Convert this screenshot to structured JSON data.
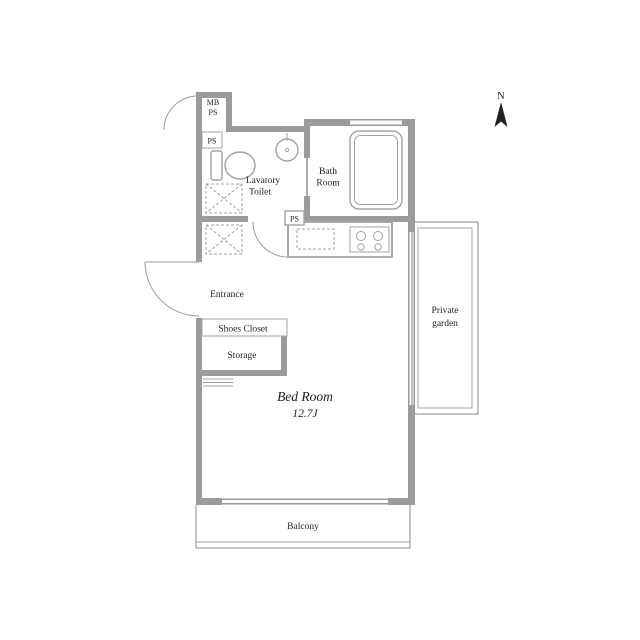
{
  "colors": {
    "background": "#ffffff",
    "wall": "#9b9b9b",
    "fixture_line": "#a3a3a3",
    "text": "#1f1f1f",
    "compass": "#222222"
  },
  "compass": {
    "north_label": "N"
  },
  "rooms": {
    "meter_box": {
      "line1": "MB",
      "line2": "PS"
    },
    "pipe_space_upper": {
      "label": "PS"
    },
    "lavatory": {
      "line1": "Lavatory",
      "line2": "Toilet"
    },
    "bathroom": {
      "line1": "Bath",
      "line2": "Room"
    },
    "pipe_space_kitchen": {
      "label": "PS"
    },
    "entrance": {
      "label": "Entrance"
    },
    "shoes_closet": {
      "label": "Shoes Closet"
    },
    "storage": {
      "label": "Storage"
    },
    "bedroom": {
      "label": "Bed Room",
      "size": "12.7J"
    },
    "private_garden": {
      "line1": "Private",
      "line2": "garden"
    },
    "balcony": {
      "label": "Balcony"
    }
  }
}
